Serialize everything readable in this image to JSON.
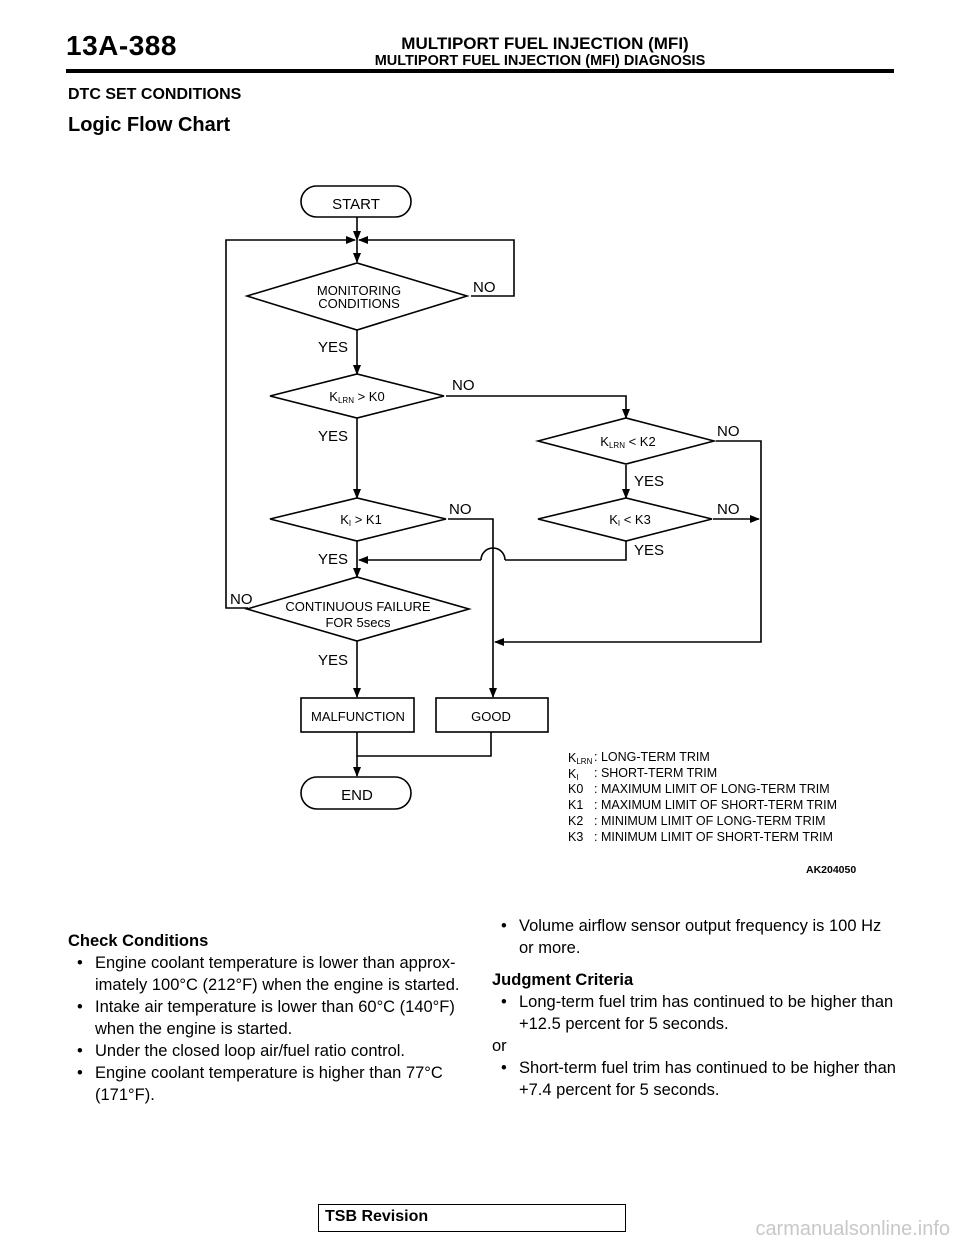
{
  "header": {
    "page_number": "13A-388",
    "title": "MULTIPORT FUEL INJECTION (MFI)",
    "subtitle": "MULTIPORT FUEL INJECTION (MFI) DIAGNOSIS"
  },
  "section_title": "DTC SET CONDITIONS",
  "subsection_title": "Logic Flow Chart",
  "flowchart": {
    "start": "START",
    "end": "END",
    "d1_line1": "MONITORING",
    "d1_line2": "CONDITIONS",
    "d2_main": "K",
    "d2_sub": "LRN",
    "d2_rest": " > K0",
    "d3_main": "K",
    "d3_sub": "I",
    "d3_rest": " > K1",
    "d4_line1": "CONTINUOUS FAILURE",
    "d4_line2": "FOR 5secs",
    "d5_main": "K",
    "d5_sub": "LRN",
    "d5_rest": " < K2",
    "d6_main": "K",
    "d6_sub": "I",
    "d6_rest": " < K3",
    "malfunction": "MALFUNCTION",
    "good": "GOOD",
    "yes": "YES",
    "no": "NO",
    "figure_id": "AK204050",
    "legend": [
      {
        "sym": "K",
        "sub": "LRN",
        "text": ": LONG-TERM TRIM"
      },
      {
        "sym": "K",
        "sub": "I",
        "text": ": SHORT-TERM TRIM"
      },
      {
        "sym": "K0",
        "sub": "",
        "text": ": MAXIMUM LIMIT OF LONG-TERM TRIM"
      },
      {
        "sym": "K1",
        "sub": "",
        "text": ": MAXIMUM LIMIT OF SHORT-TERM TRIM"
      },
      {
        "sym": "K2",
        "sub": "",
        "text": ": MINIMUM LIMIT OF LONG-TERM TRIM"
      },
      {
        "sym": "K3",
        "sub": "",
        "text": ": MINIMUM LIMIT OF SHORT-TERM TRIM"
      }
    ]
  },
  "check_conditions": {
    "heading": "Check Conditions",
    "items": [
      "Engine coolant temperature is lower than approx-imately 100°C (212°F) when the engine is started.",
      "Intake air temperature is lower than 60°C (140°F) when the engine is started.",
      "Under the closed loop air/fuel ratio control.",
      "Engine coolant temperature is higher than 77°C (171°F)."
    ]
  },
  "right_column": {
    "continued_item": "Volume airflow sensor output frequency is 100 Hz or more.",
    "judgment_heading": "Judgment Criteria",
    "judgment_item_1": "Long-term fuel trim has continued to be higher than +12.5 percent for 5 seconds.",
    "or_text": "or",
    "judgment_item_2": "Short-term fuel trim has continued to be higher than +7.4 percent for 5 seconds."
  },
  "footer": {
    "tsb_label": "TSB Revision",
    "watermark": "carmanualsonline.info"
  },
  "bullet": "•"
}
